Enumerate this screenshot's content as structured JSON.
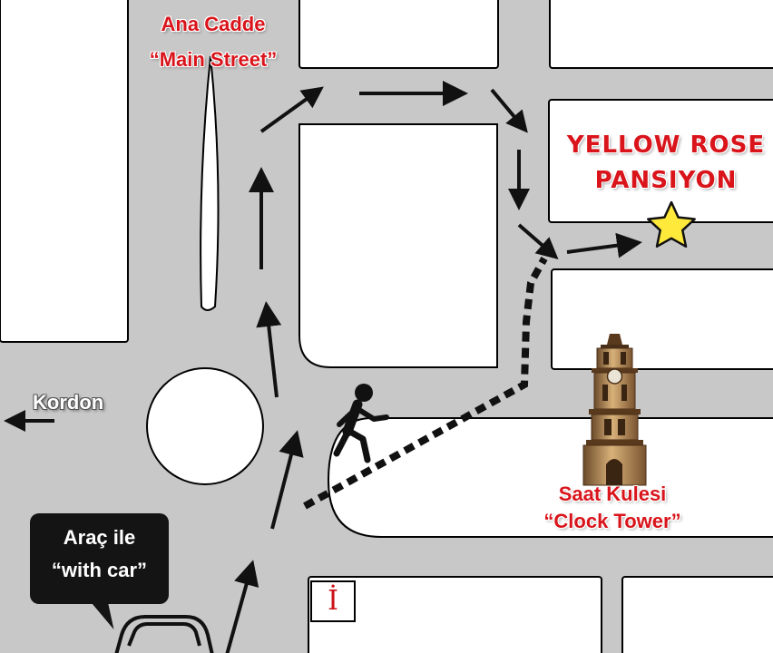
{
  "labels": {
    "main_street_tr": "Ana Cadde",
    "main_street_en": "“Main Street”",
    "hotel_line1": "YELLOW ROSE",
    "hotel_line2": "PANSIYON",
    "kordon": "Kordon",
    "clock_tower_tr": "Saat Kulesi",
    "clock_tower_en": "“Clock Tower”",
    "car_tr": "Araç ile",
    "car_en": "“with car”",
    "info": "İ"
  },
  "icons": [
    "star-icon",
    "pedestrian-icon",
    "clock-tower-icon",
    "car-icon",
    "arrow-icon",
    "info-icon"
  ],
  "colors": {
    "road": "#c8c8c8",
    "block": "#ffffff",
    "label_red": "#d9141b",
    "star": "#ffe93b",
    "route": "#111111"
  }
}
